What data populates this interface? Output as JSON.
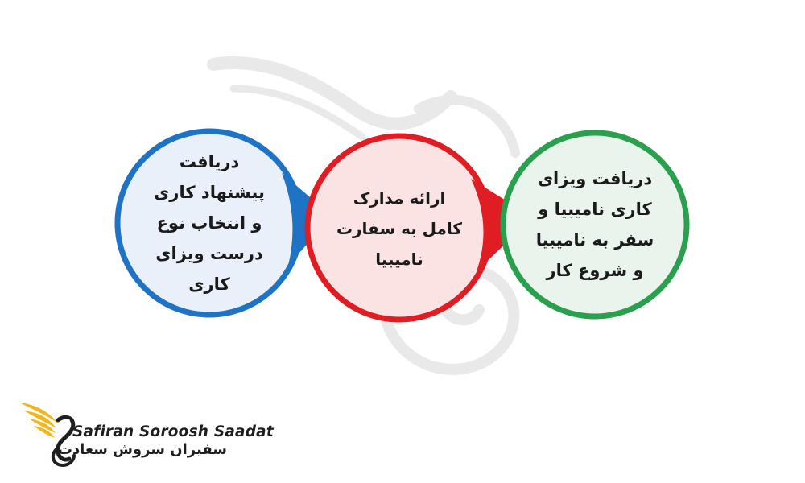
{
  "diagram": {
    "steps": [
      {
        "lines": [
          "دریافت",
          "پیشنهاد کاری",
          "و انتخاب نوع",
          "درست ویزای",
          "کاری"
        ],
        "color": "#1f73c4",
        "fill": "#e9f0fa"
      },
      {
        "lines": [
          "ارائه مدارک",
          "کامل به سفارت",
          "نامیبیا"
        ],
        "color": "#e01d23",
        "fill": "#fbe3e3"
      },
      {
        "lines": [
          "دریافت ویزای",
          "کاری نامیبیا و",
          "سفر به نامیبیا",
          "و شروع کار"
        ],
        "color": "#2aa04f",
        "fill": "#e8f4ec"
      }
    ]
  },
  "logo": {
    "name_en": "Safiran Soroosh Saadat",
    "name_fa": "سفیران سروش سعادت",
    "accent_color": "#f2b51c"
  }
}
